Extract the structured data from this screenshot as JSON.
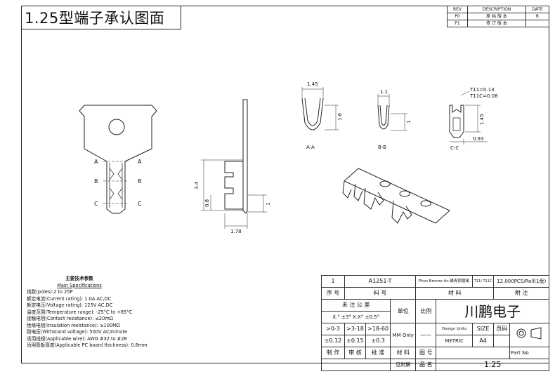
{
  "title": "1.25型端子承认图面",
  "revision_table": {
    "headers": [
      "REV",
      "DESCRIPTION",
      "DATE"
    ],
    "rows": [
      [
        "P0",
        "原 始 版 本",
        "R"
      ],
      [
        "P1",
        "修 订 版 本",
        ""
      ]
    ]
  },
  "drawing_labels": {
    "section_a": "A",
    "section_b": "B",
    "section_c": "C",
    "sec_aa": "A-A",
    "sec_bb": "B-B",
    "sec_cc": "C-C",
    "dim_145_top": "1.45",
    "dim_16": "1.6",
    "dim_11": "1.1",
    "dim_1_b": "1",
    "dim_t11": "T11=0.13",
    "dim_t11c": "T11C=0.08",
    "dim_145_side": "1.45",
    "dim_093": "0.93",
    "dim_34": "3.4",
    "dim_08": "0.8",
    "dim_178": "1.78",
    "dim_1_side": "1"
  },
  "specs": {
    "heading": "主要技术参数",
    "heading_en": "Main Specifications",
    "lines": [
      "线数(poles):2 to 25P",
      "额定电流(Current rating): 1.0A AC,DC",
      "额定电压(Voltage rating): 125V AC,DC",
      "温度范围(Temperature range): -25°C to +85°C",
      "接触电阻(Contact resistance): ≤20mΩ",
      "绝缘电阻(Insulation resistance): ≥100MΩ",
      "耐电压(Withstand voltage): 500V AC/minute",
      "适用线规(Applicable wire): AWG #32 to #28",
      "适用基板厚度(Applicable PC board thickness): 0.8mm"
    ]
  },
  "title_block": {
    "r1_no": "1",
    "r1_part": "A1251-T",
    "r1_material": "Phos Bronze tin 磷青铜镀锡",
    "r1_thickness": "T11/ T11C",
    "r1_note": "12,000PCS/Roll(1盘)",
    "h_seq": "序 号",
    "h_part": "料 号",
    "h_material": "材 料",
    "h_note": "附 注",
    "tol_label": "未 注 公 差",
    "tol_angle": "X.° ±3° X.X° ±0.5°",
    "unit": "单位",
    "scale": "比例",
    "company": "川鹏电子",
    "t1": ">0-3",
    "t2": ">3-18",
    "t3": ">18-60",
    "mm": "MM Only",
    "dash": "——",
    "design_units": "Design Units",
    "size": "SIZE",
    "page": "页码",
    "v1": "±0.12",
    "v2": "±0.15",
    "v3": "±0.3",
    "metric": "METRIC",
    "a4": "A4",
    "make": "制 作",
    "review": "审 核",
    "approve": "批 准",
    "material2": "材 料",
    "drawing_no": "图 号",
    "part_no": "Part No",
    "see_attach": "见附解",
    "product_name": "品 名",
    "product_value": "1.25"
  }
}
